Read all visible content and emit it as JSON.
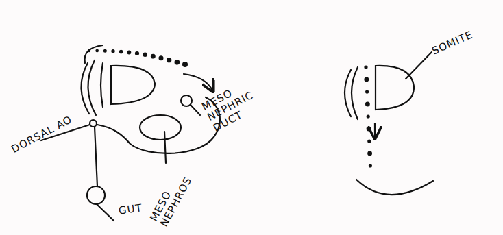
{
  "diagram": {
    "labels": [
      "DORSAL AO",
      "MESO NEPHRIC DUCT",
      "MESO NEPHROS",
      "GUT",
      "SOMITE"
    ]
  }
}
